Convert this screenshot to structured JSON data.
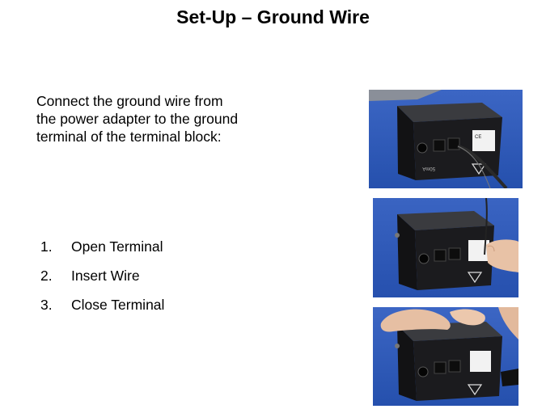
{
  "title": "Set-Up – Ground Wire",
  "intro_lines": [
    "Connect the ground wire from",
    "the power adapter to the ground",
    "terminal of the terminal block:"
  ],
  "steps": [
    {
      "num": "1.",
      "label": "Open Terminal"
    },
    {
      "num": "2.",
      "label": "Insert Wire"
    },
    {
      "num": "3.",
      "label": "Close Terminal"
    }
  ],
  "photos": [
    {
      "icon": "terminal-block-photo"
    },
    {
      "icon": "terminal-block-photo"
    },
    {
      "icon": "terminal-block-photo"
    }
  ],
  "colors": {
    "photo_background": "#2d59b8",
    "device_body": "#1a1a1c",
    "label_white": "#f2f2f2"
  }
}
